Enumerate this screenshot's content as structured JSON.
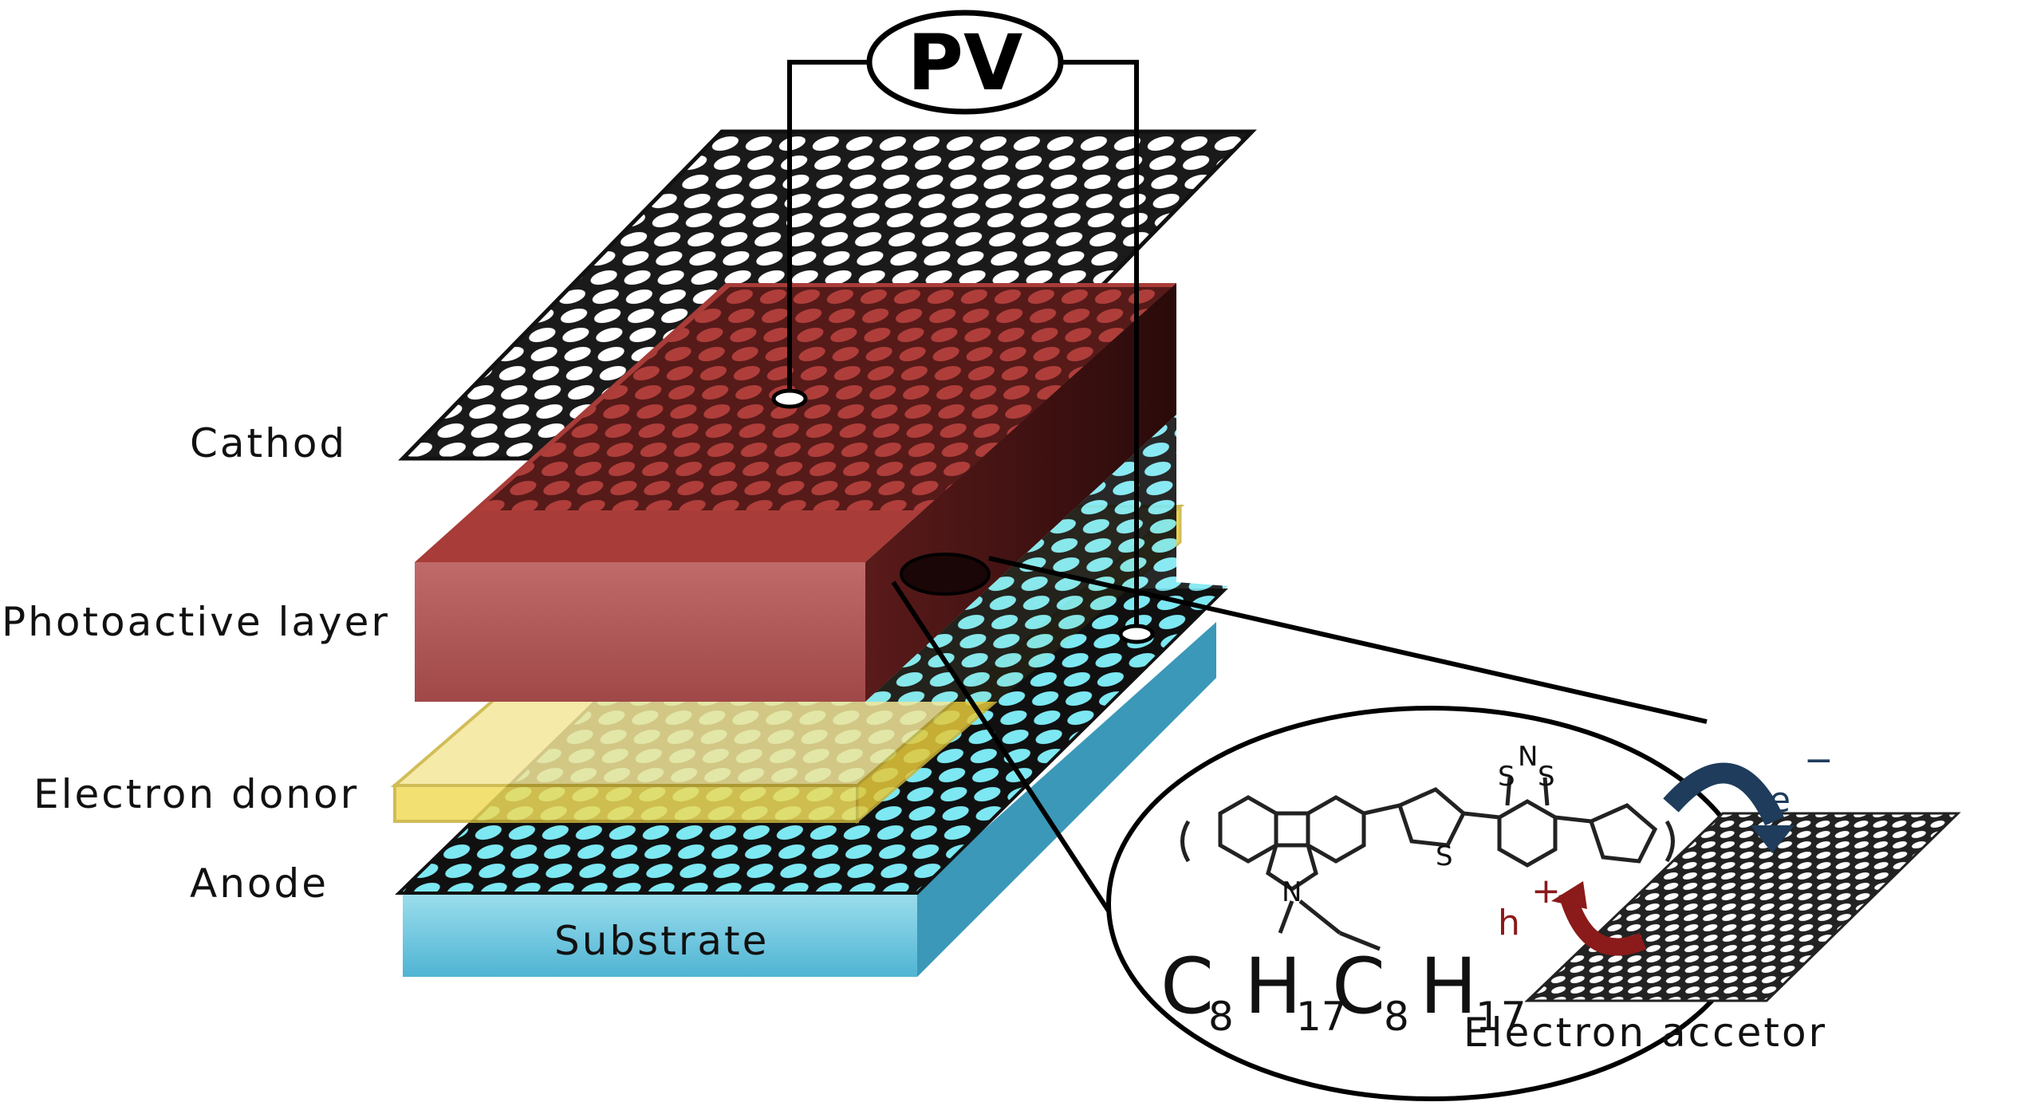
{
  "meter": {
    "label": "PV"
  },
  "layers": {
    "cathode": "Cathod",
    "photoactive": "Photoactive layer",
    "donor": "Electron donor",
    "anode": "Anode",
    "substrate": "Substrate"
  },
  "zoom": {
    "formula": {
      "c1": "C",
      "s1": "8",
      "h1": "H",
      "s2": "17",
      "c2": "C",
      "s3": "8",
      "h2": "H",
      "s4": "17"
    },
    "atoms": {
      "n": "N",
      "s_left": "S",
      "s_top_left": "S",
      "s_top_right": "S",
      "n_top": "N"
    },
    "electron": "e",
    "electron_sign": "−",
    "hole": "h",
    "hole_sign": "+",
    "acceptor": "Electron accetor"
  },
  "colors": {
    "photoactive_front": "#b5585a",
    "photoactive_top": "#a83c38",
    "photoactive_side": "#3d1212",
    "donor": "#f2e08a",
    "anode": "#6fe0ee",
    "substrate": "#5fc1d9",
    "wire": "#000000",
    "hole_arrow": "#8b1a1a",
    "electron_arrow": "#1f3c5c"
  }
}
